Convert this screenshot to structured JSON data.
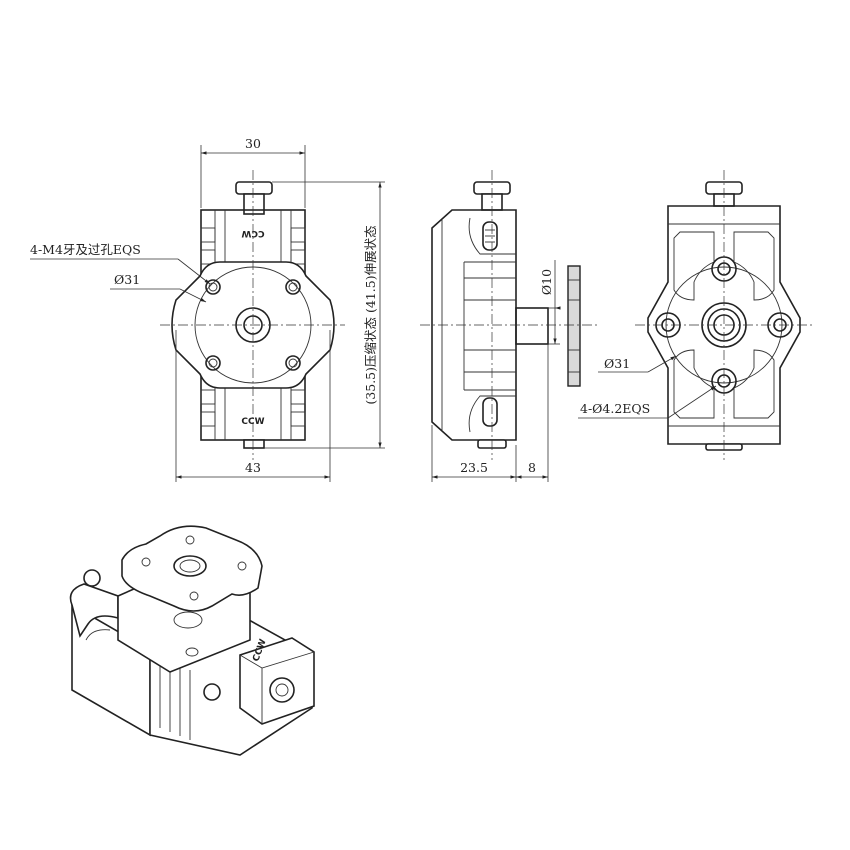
{
  "front_view": {
    "dim_top": "30",
    "dim_bottom": "43",
    "label_threads": "4-M4牙及过孔EQS",
    "label_diameter": "Ø31",
    "label_top_mark": "CCW",
    "label_bottom_mark": "CCW",
    "dim_vertical": "(35.5)压缩状态  (41.5)伸展状态"
  },
  "side_view": {
    "dim_bottom_main": "23.5",
    "dim_bottom_shaft": "8",
    "dim_shaft_diameter": "Ø10"
  },
  "back_view": {
    "label_diameter": "Ø31",
    "label_holes": "4-Ø4.2EQS"
  },
  "iso_view": {
    "label_mark": "CCW"
  }
}
